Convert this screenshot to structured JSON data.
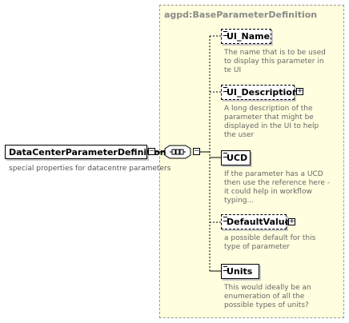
{
  "type": {
    "title": "agpd:BaseParameterDefinition"
  },
  "root": {
    "name": "DataCenterParameterDefinition",
    "description": "special properties for datacentre parameters"
  },
  "elements": [
    {
      "name": "UI_Name",
      "expandable": false,
      "description": [
        "The name that is to be used",
        "to display this parameter in",
        "te UI"
      ]
    },
    {
      "name": "UI_Description",
      "expandable": true,
      "description": [
        "A long description of the",
        "parameter that might be",
        "displayed in the UI to help",
        "the user"
      ]
    },
    {
      "name": "UCD",
      "expandable": false,
      "description": [
        "If the parameter has a UCD",
        "then use the reference here -",
        "it could help in workflow",
        "typing..."
      ]
    },
    {
      "name": "DefaultValue",
      "expandable": true,
      "description": [
        "a possible default for this",
        "type of parameter"
      ]
    },
    {
      "name": "Units",
      "expandable": false,
      "description": [
        "This would ideally be an",
        "enumeration of all the",
        "possible types of units?"
      ]
    }
  ]
}
